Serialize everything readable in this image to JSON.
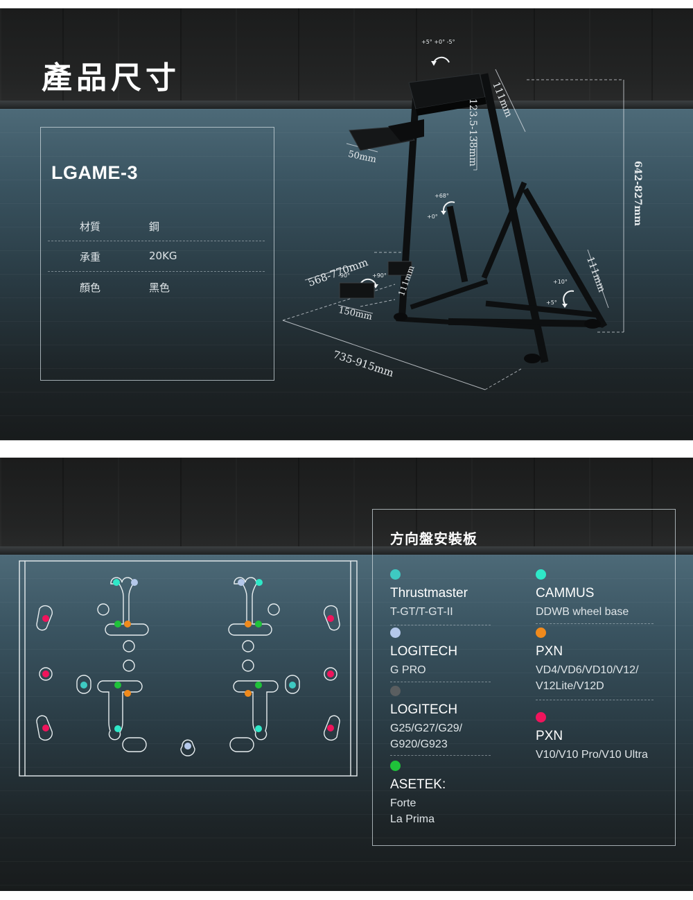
{
  "page": {
    "title": "產品尺寸"
  },
  "specs": {
    "model": "LGAME-3",
    "rows": [
      {
        "label": "材質",
        "value": "鋼"
      },
      {
        "label": "承重",
        "value": "20KG"
      },
      {
        "label": "顏色",
        "value": "黑色"
      }
    ]
  },
  "dimensions": {
    "tilt_top": "+5° +0° -5°",
    "wheel_riser": "123.5-138mm",
    "upper_arm": "111mm",
    "shelf_width": "50mm",
    "total_height": "642-827mm",
    "mid_angle_max": "+68°",
    "mid_angle_min": "+0°",
    "shifter_range": "568-770mm",
    "shifter_rot_neg": "-90°",
    "shifter_rot_pos": "+90°",
    "shifter_height": "111mm",
    "lower_arm": "111mm",
    "foot_angle_max": "+10°",
    "foot_angle_min": "+5°",
    "shifter_plate": "150mm",
    "base_length": "735-915mm"
  },
  "mounting": {
    "title": "方向盤安裝板",
    "colors": {
      "thrustmaster": "#3ec9c2",
      "logitech_gpro": "#b4c8ea",
      "logitech_g": "#5a5e60",
      "asetek": "#1fc23a",
      "cammus": "#2fe8c8",
      "pxn_orange": "#f08a1c",
      "pxn_pink": "#f0145c"
    },
    "brands_left": [
      {
        "name": "Thrustmaster",
        "models": [
          "T-GT/T-GT-II"
        ]
      },
      {
        "name": "LOGITECH",
        "models": [
          "G PRO"
        ]
      },
      {
        "name": "LOGITECH",
        "models": [
          "G25/G27/G29/",
          "G920/G923"
        ]
      },
      {
        "name": "ASETEK:",
        "models": [
          "Forte",
          "La Prima"
        ]
      }
    ],
    "brands_right": [
      {
        "name": "CAMMUS",
        "models": [
          "DDWB wheel base"
        ]
      },
      {
        "name": "PXN",
        "models": [
          "VD4/VD6/VD10/V12/",
          "V12Lite/V12D"
        ]
      },
      {
        "name": "PXN",
        "models": [
          "V10/V10 Pro/V10 Ultra"
        ]
      }
    ]
  }
}
